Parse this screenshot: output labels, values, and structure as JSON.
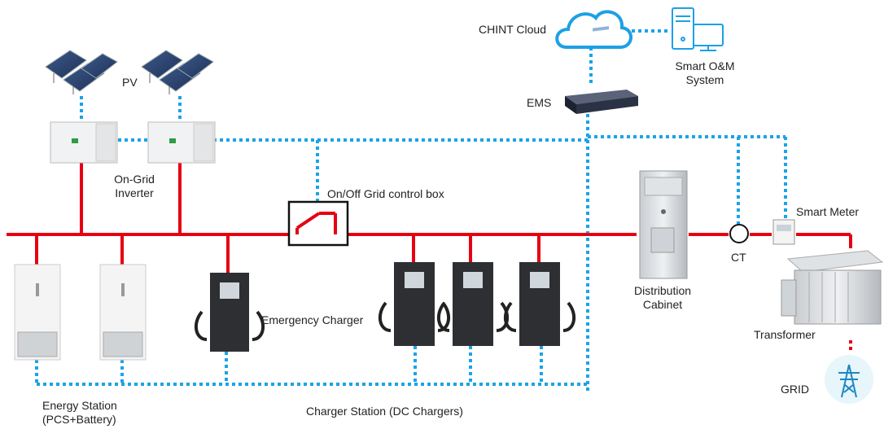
{
  "labels": {
    "cloud": "CHINT Cloud",
    "om_line1": "Smart O&M",
    "om_line2": "System",
    "ems": "EMS",
    "pv": "PV",
    "inverter_line1": "On-Grid",
    "inverter_line2": "Inverter",
    "control_box": "On/Off Grid control box",
    "smart_meter": "Smart Meter",
    "ct": "CT",
    "distribution_line1": "Distribution",
    "distribution_line2": "Cabinet",
    "emergency_charger": "Emergency Charger",
    "transformer": "Transformer",
    "grid": "GRID",
    "energy_station_line1": "Energy Station",
    "energy_station_line2": "(PCS+Battery)",
    "charger_station": "Charger Station (DC Chargers)"
  },
  "colors": {
    "power_line": "#e60012",
    "comm_line": "#1aa3e8",
    "cloud": "#1ca0e6"
  }
}
